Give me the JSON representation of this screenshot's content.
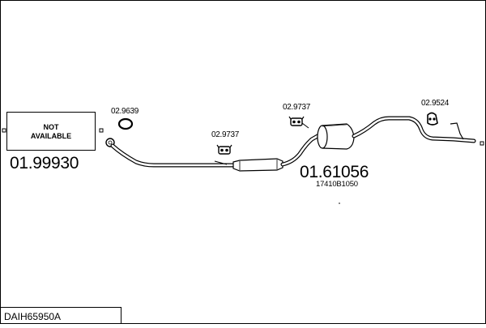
{
  "parts": {
    "not_available_line1": "NOT",
    "not_available_line2": "AVAILABLE",
    "front_part_number": "01.99930",
    "gasket_ref": "02.9639",
    "hanger_ref_middle": "02.9737",
    "hanger_ref_upper": "02.9737",
    "hanger_ref_rear": "02.9524",
    "main_part_number": "01.61056",
    "oem_number": "17410B1050"
  },
  "footer": {
    "code": "DAIH65950A"
  }
}
